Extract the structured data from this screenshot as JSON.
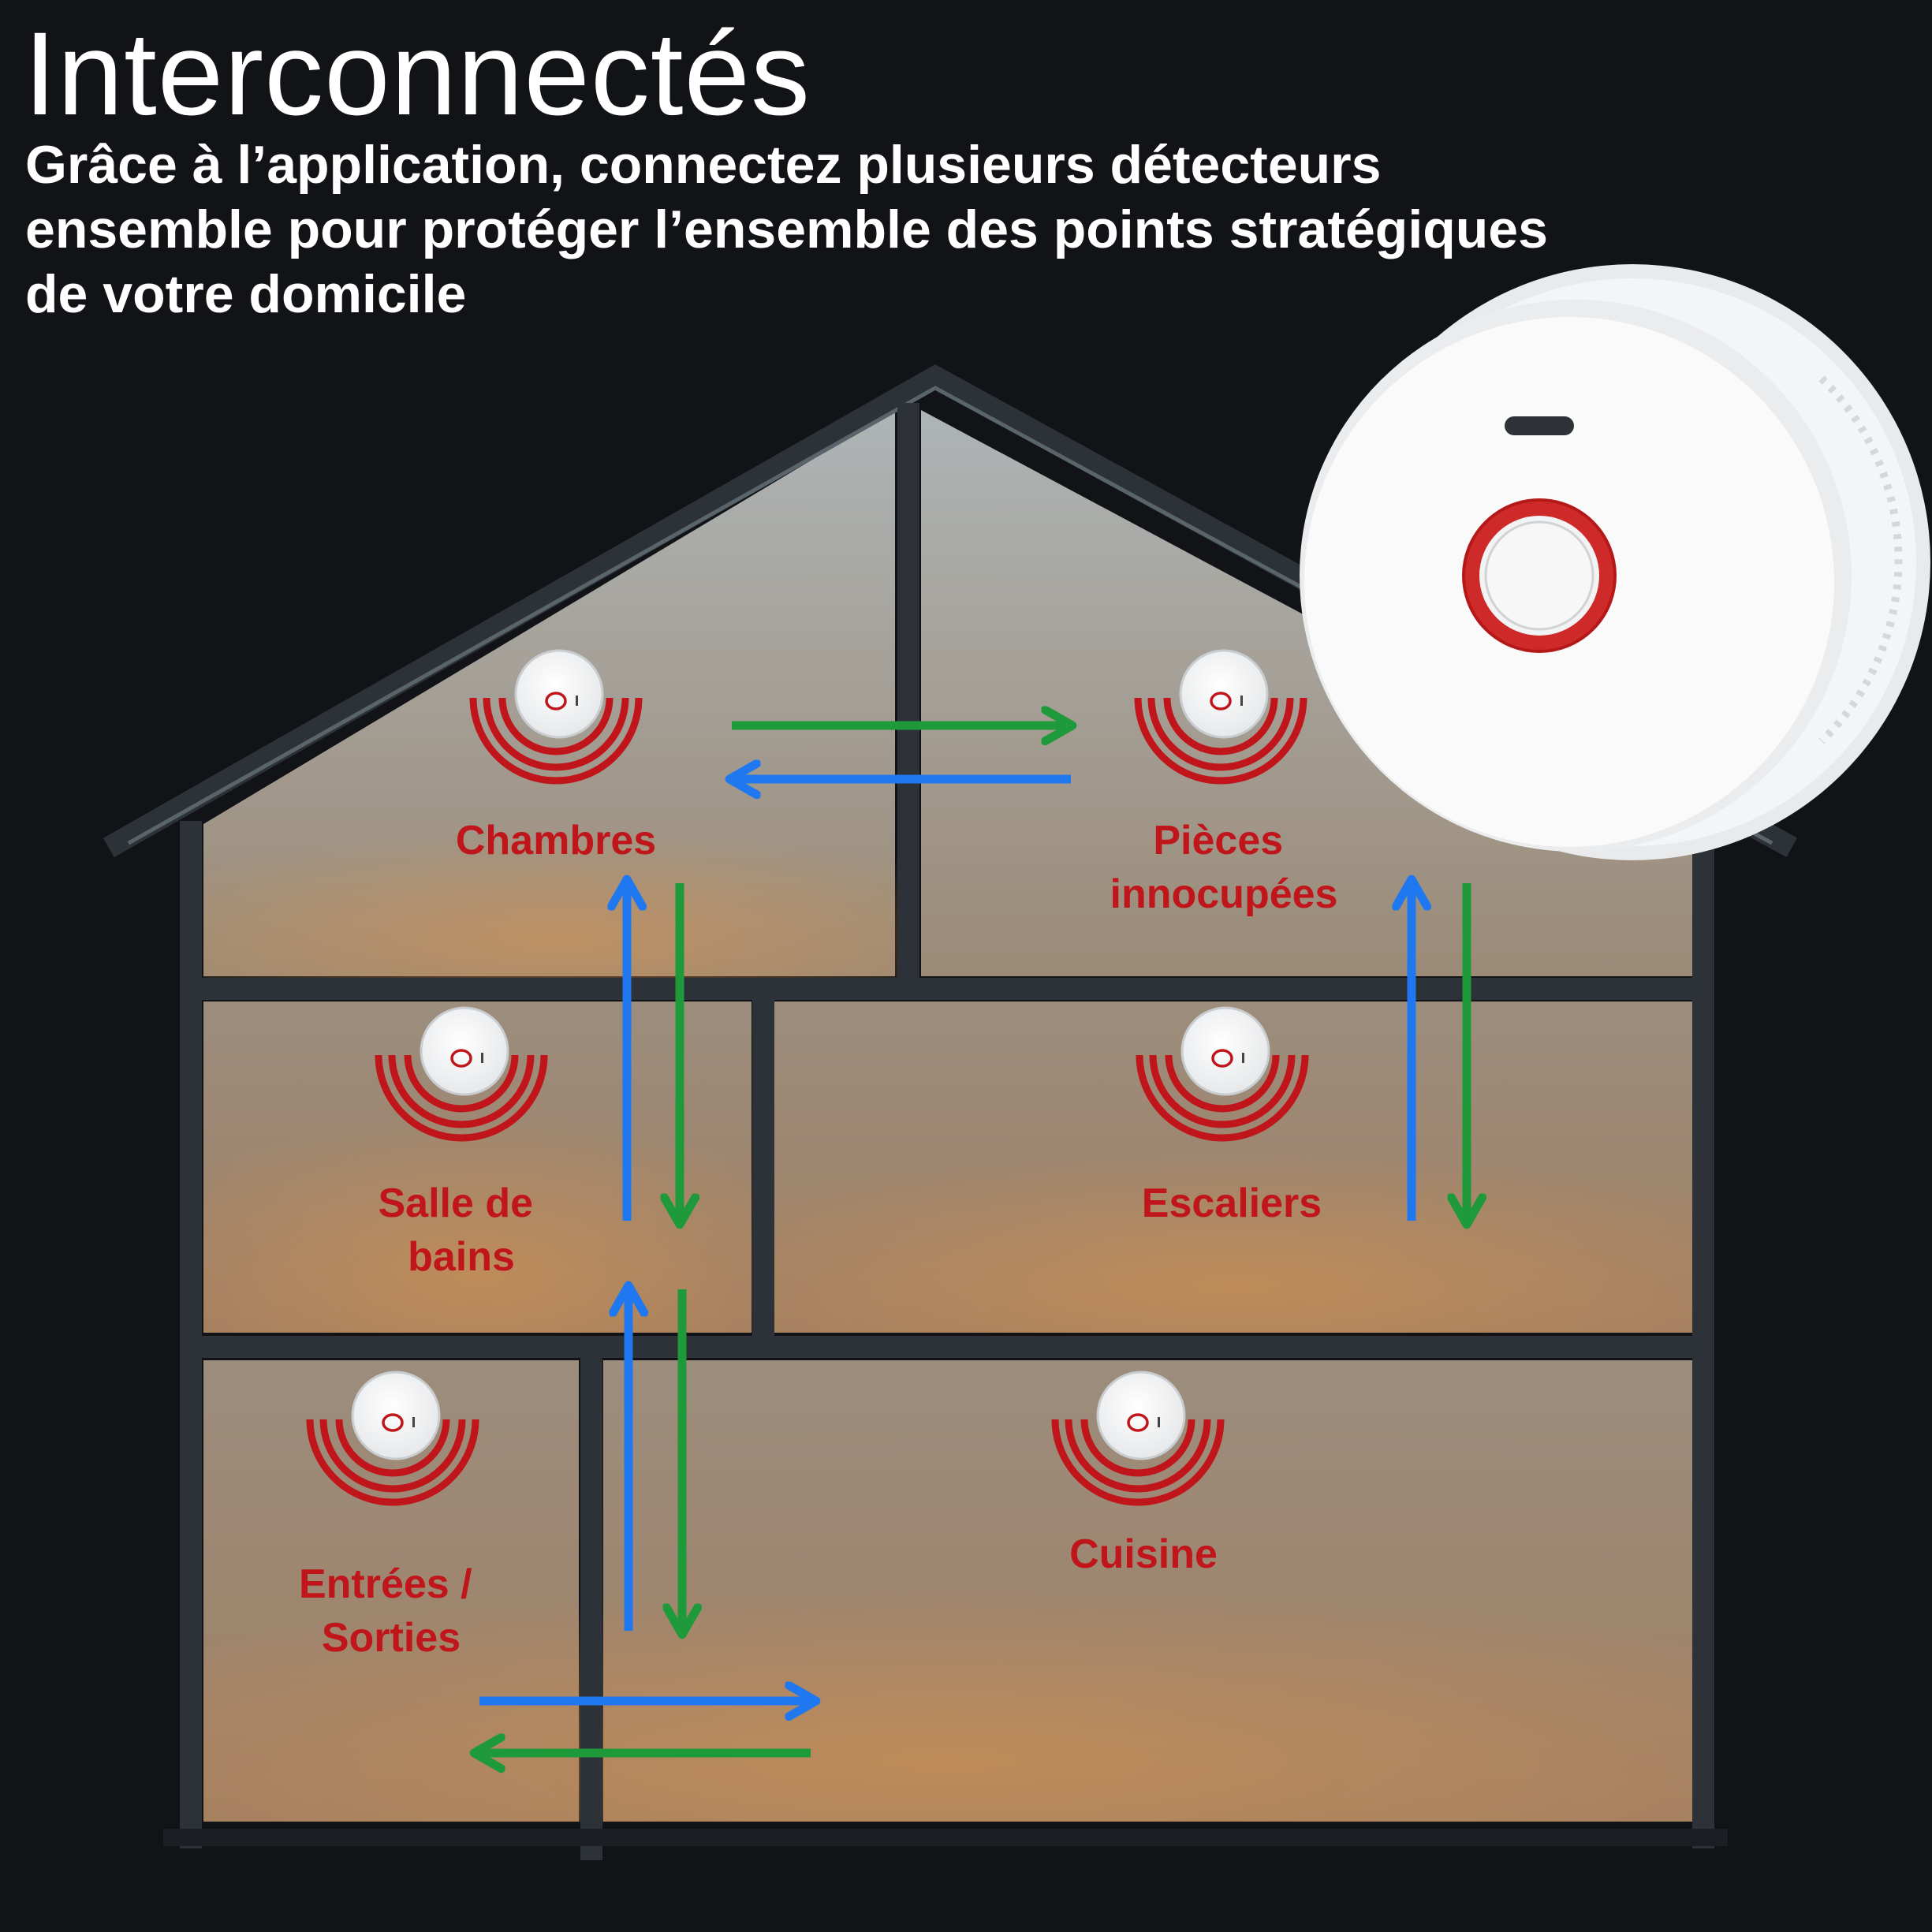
{
  "header": {
    "title": "Interconnectés",
    "subtitle": "Grâce à l’application, connectez plusieurs détecteurs ensemble pour protéger l’ensemble des points stratégiques de votre domicile"
  },
  "rooms": [
    {
      "label_lines": [
        "Chambres"
      ]
    },
    {
      "label_lines": [
        "Pièces",
        "innocupées"
      ]
    },
    {
      "label_lines": [
        "Salle de",
        "bains"
      ]
    },
    {
      "label_lines": [
        "Escaliers"
      ]
    },
    {
      "label_lines": [
        "Entrées /",
        "Sorties"
      ]
    },
    {
      "label_lines": [
        "Cuisine"
      ]
    }
  ],
  "colors": {
    "background": "#111317",
    "label_red": "#c0151a",
    "arrow_green": "#1f9a3a",
    "arrow_blue": "#1f78f0",
    "house_frame": "#2c3237",
    "room_fill": "#8f7f6d"
  },
  "icons": [
    "smoke-detector-icon",
    "alarm-waves-icon",
    "arrow-icon"
  ]
}
